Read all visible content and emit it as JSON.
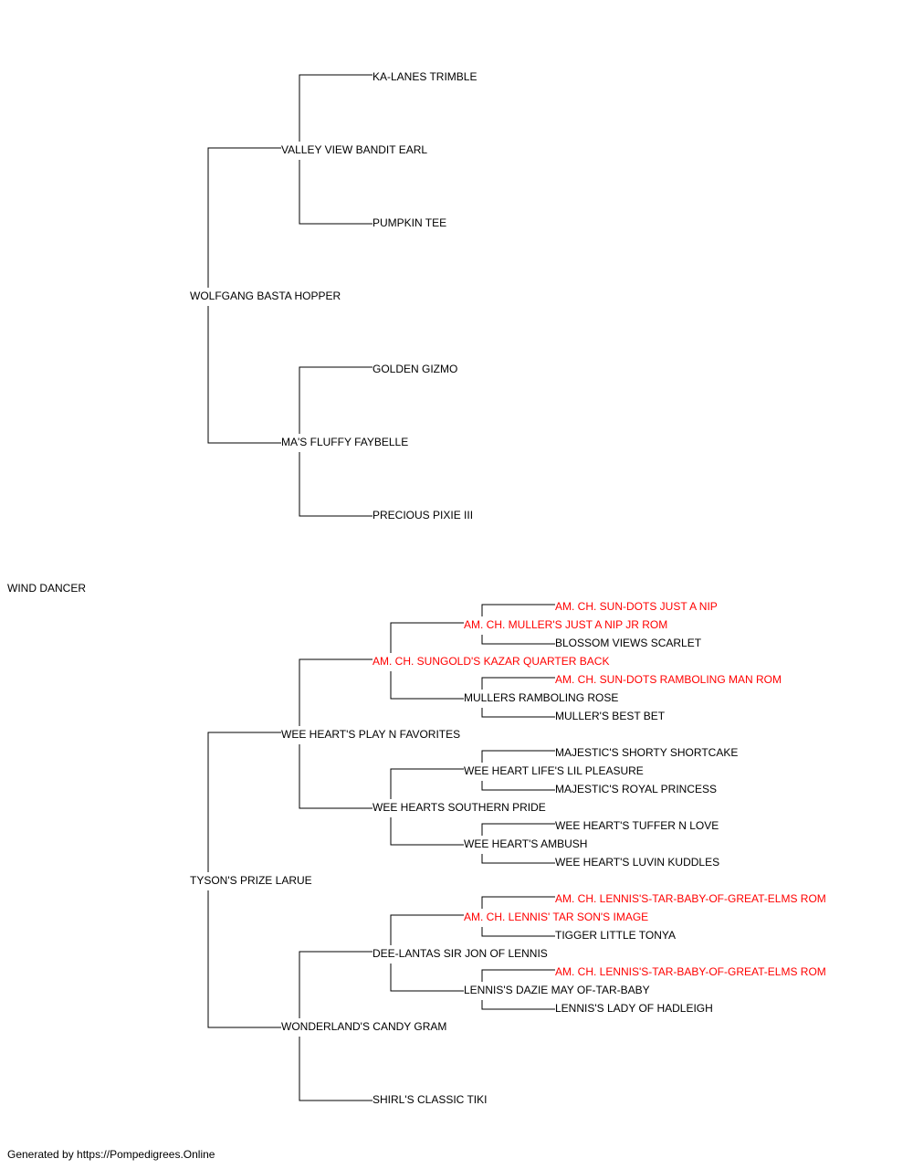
{
  "pedigree": {
    "subject": "WIND DANCER",
    "sire": "WOLFGANG BASTA HOPPER",
    "dam": "TYSON'S PRIZE LARUE",
    "sire_sire": "VALLEY VIEW BANDIT EARL",
    "sire_dam": "MA'S FLUFFY FAYBELLE",
    "sire_sire_sire": "KA-LANES TRIMBLE",
    "sire_sire_dam": "PUMPKIN TEE",
    "sire_dam_sire": "GOLDEN GIZMO",
    "sire_dam_dam": "PRECIOUS PIXIE III",
    "dam_sire": "WEE HEART'S PLAY N FAVORITES",
    "dam_dam": "WONDERLAND'S CANDY GRAM",
    "dam_sire_sire": "AM. CH. SUNGOLD'S KAZAR QUARTER BACK",
    "dam_sire_dam": "WEE HEARTS SOUTHERN PRIDE",
    "dam_dam_sire": "DEE-LANTAS SIR JON OF LENNIS",
    "dam_dam_dam": "SHIRL'S CLASSIC TIKI",
    "dss_sire": "AM. CH. MULLER'S JUST A NIP JR ROM",
    "dss_dam": "MULLERS RAMBOLING ROSE",
    "dsd_sire": "WEE HEART LIFE'S LIL PLEASURE",
    "dsd_dam": "WEE HEART'S AMBUSH",
    "dds_sire": "AM. CH. LENNIS' TAR SON'S IMAGE",
    "dds_dam": "LENNIS'S DAZIE MAY OF-TAR-BABY",
    "dssS_sire": "AM. CH. SUN-DOTS JUST A NIP",
    "dssS_dam": "BLOSSOM VIEWS SCARLET",
    "dssD_sire": "AM. CH. SUN-DOTS RAMBOLING MAN ROM",
    "dssD_dam": "MULLER'S BEST BET",
    "dsdS_sire": "MAJESTIC'S SHORTY SHORTCAKE",
    "dsdS_dam": "MAJESTIC'S ROYAL PRINCESS",
    "dsdD_sire": "WEE HEART'S TUFFER N LOVE",
    "dsdD_dam": "WEE HEART'S LUVIN KUDDLES",
    "ddsS_sire": "AM. CH. LENNIS'S-TAR-BABY-OF-GREAT-ELMS ROM",
    "ddsS_dam": "TIGGER LITTLE TONYA",
    "ddsD_sire": "AM. CH. LENNIS'S-TAR-BABY-OF-GREAT-ELMS ROM",
    "ddsD_dam": "LENNIS'S LADY OF HADLEIGH"
  },
  "colors": {
    "line": "#000000",
    "text": "#000000",
    "champion": "#ff0000"
  },
  "footer": "Generated by https://Pompedigrees.Online"
}
